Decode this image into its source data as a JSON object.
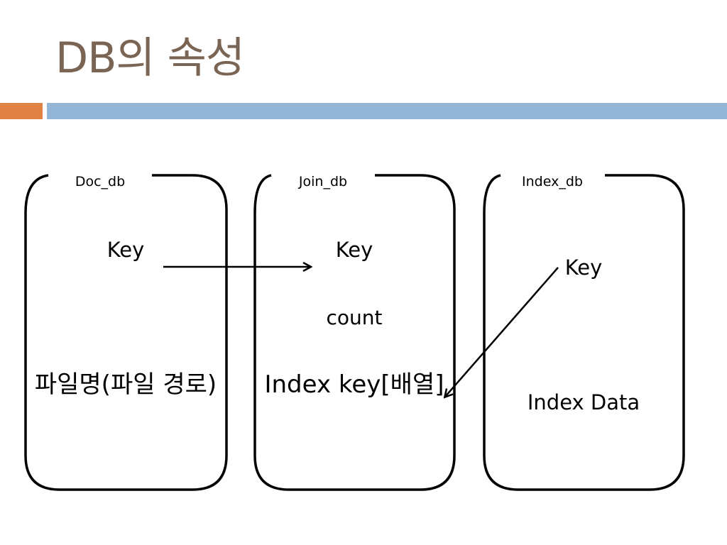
{
  "slide": {
    "title": "DB의 속성",
    "accent_color": "#df8244",
    "rule_color": "#93b5d6",
    "title_color": "#7a6555"
  },
  "databases": [
    {
      "name": "Doc_db",
      "fields": [
        "Key",
        "파일명(파일 경로)"
      ]
    },
    {
      "name": "Join_db",
      "fields": [
        "Key",
        "count",
        "Index key[배열]"
      ]
    },
    {
      "name": "Index_db",
      "fields": [
        "Key",
        "Index Data"
      ]
    }
  ],
  "arrows": [
    {
      "from": "Doc_db.Key",
      "to": "Join_db.Key"
    },
    {
      "from": "Index_db.Key",
      "to": "Join_db.Index key"
    }
  ]
}
